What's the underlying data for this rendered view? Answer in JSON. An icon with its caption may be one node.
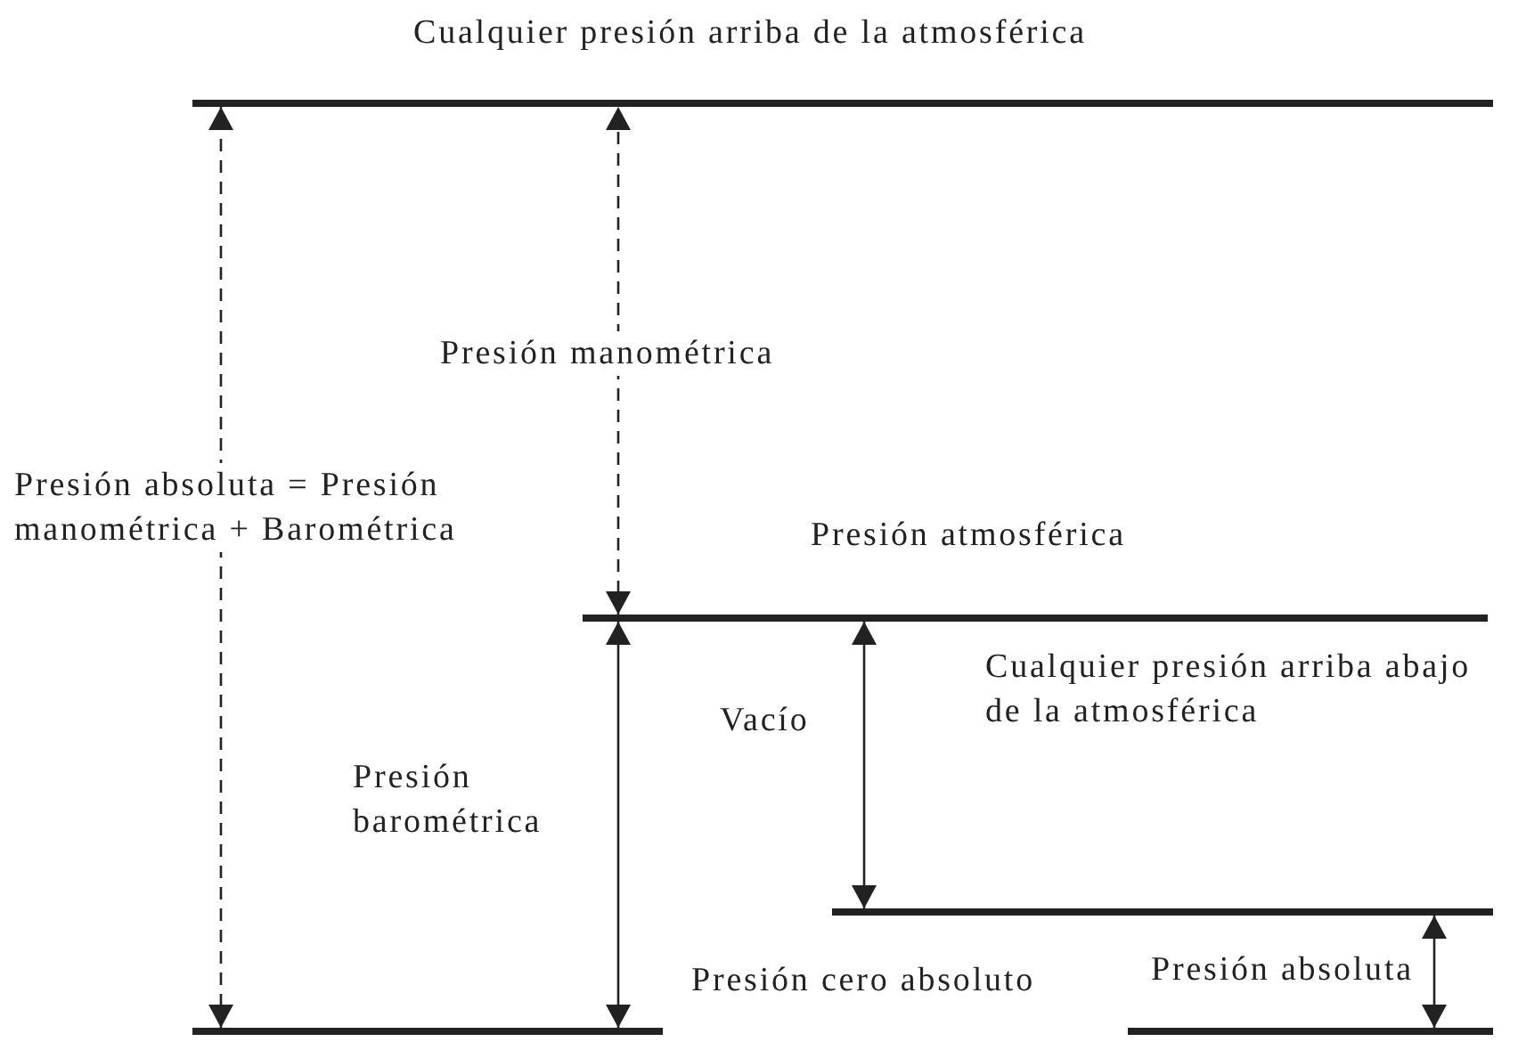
{
  "diagram": {
    "nodes": [
      {
        "text": [],
        "shape": "bar",
        "beside": [
          "Cualquier presión arriba de la atmosférica"
        ]
      },
      {
        "text": [],
        "shape": "bar",
        "beside": [
          "Presión atmosférica"
        ]
      },
      {
        "text": [],
        "shape": "bar"
      },
      {
        "text": [],
        "shape": "bar",
        "beside": [
          "Presión cero absoluto"
        ]
      }
    ],
    "edges": [
      {
        "from": 3,
        "to": 0,
        "arrow": "both",
        "style": "dashed",
        "label": "Presión absoluta = Presión manométrica + Barométrica"
      },
      {
        "from": 1,
        "to": 0,
        "arrow": "both",
        "style": "dashed",
        "label": "Presión manométrica"
      },
      {
        "from": 3,
        "to": 1,
        "arrow": "both",
        "label": "Presión barométrica"
      },
      {
        "from": 2,
        "to": 1,
        "arrow": "both",
        "label": "Vacío"
      },
      {
        "from": 3,
        "to": 2,
        "arrow": "both",
        "label": "Presión absoluta"
      }
    ],
    "labels": [
      "Cualquier presión arriba abajo de la atmosférica"
    ]
  }
}
